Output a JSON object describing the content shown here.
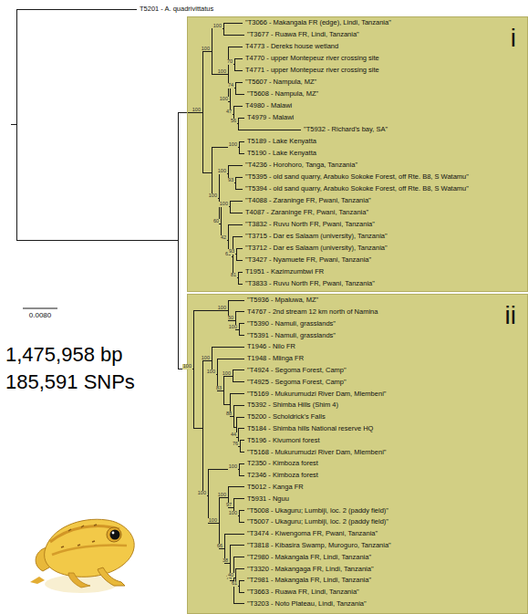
{
  "diagram": {
    "nodes": [
      {
        "text": [
          "i"
        ]
      },
      {
        "text": [
          "ii"
        ]
      }
    ],
    "labels": [
      "T5201 - A. quadrivittatus",
      "\"T3066 - Makangala FR (edge), Lindi, Tanzania\"",
      "\"T3677 - Ruawa FR, Lindi, Tanzania\"",
      "T4773 - Dereks house wetland",
      "T4770 - upper Montepeuz river crossing site",
      "T4771 - upper Montepeuz river crossing site",
      "\"T5607 - Nampula, MZ\"",
      "\"T5608 - Nampula, MZ\"",
      "T4980 - Malawi",
      "T4979 - Malawi",
      "\"T5932 - Richard's bay, SA\"",
      "T5189 - Lake Kenyatta",
      "T5190 - Lake Kenyatta",
      "\"T4236 - Horohoro, Tanga, Tanzania\"",
      "\"T5395 - old sand quarry, Arabuko Sokoke Forest, off Rte. B8, S Watamu\"",
      "\"T5394 - old sand quarry, Arabuko Sokoke Forest, off Rte. B8, S Watamu\"",
      "\"T4088 - Zaraninge FR, Pwani, Tanzania\"",
      "T4087 - Zaraninge FR, Pwani, Tanzania\"",
      "\"T3832 - Ruvu North FR, Pwani, Tanzania\"",
      "\"T3715 - Dar es Salaam (university), Tanzania\"",
      "\"T3712 - Dar es Salaam (university), Tanzania\"",
      "\"T3427 - Nyamuete FR, Pwani, Tanzania\"",
      "T1951 - Kazimzumbwi FR",
      "\"T3833 - Ruvu North FR, Pwani, Tanzania\"",
      "\"T5936 - Mpaluwa, MZ\"",
      "T4767 - 2nd stream 12 km north of Namina",
      "\"T5390 - Namuli, grasslands\"",
      "\"T5391 - Namuli, grasslands\"",
      "T1946 - Nilo FR",
      "T1948 - Mlinga FR",
      "\"T4924 - Segoma Forest, Camp\"",
      "\"T4925 - Segoma Forest, Camp\"",
      "\"T5169 - Mukurumudzi River Dam, Mlembeni\"",
      "T5392 - Shimba Hills (Shim 4)",
      "T5200 - Scholdrick's Falls",
      "T5184 - Shimba hills National reserve HQ",
      "T5196 - Kivumoni forest",
      "\"T5168 - Mukurumudzi River Dam, Mlembeni\"",
      "T2350 - Kimboza forest",
      "T2346 - Kimboza forest",
      "T5012 - Kanga FR",
      "T5931 - Nguu",
      "\"T5008 - Ukaguru; Lumbiji, loc. 2 (paddy field)\"",
      "\"T5007 - Ukaguru; Lumbiji, loc. 2 (paddy field)\"",
      "\"T3474 - Kiwengoma FR, Pwani, Tanzania\"",
      "\"T3818 - Kibasira Swamp, Muroguro, Tanzania\"",
      "\"T2980 - Makangala FR, Lindi, Tanzania\"",
      "\"T3320 - Makangaga FR, Lindi, Tanzania\"",
      "\"T2981 - Makangala FR, Lindi, Tanzania\"",
      "\"T3663 - Ruawa FR, Lindi, Tanzania\"",
      "\"T3203 - Noto Plateau, Lindi, Tanzania\"",
      "100",
      "100",
      "100",
      "100",
      "70",
      "100",
      "74",
      "47",
      "56",
      "100",
      "100",
      "100",
      "93",
      "60",
      "100",
      "42",
      "61",
      "93",
      "81",
      "100",
      "100",
      "50",
      "100",
      "100",
      "100",
      "83",
      "100",
      "88",
      "44",
      "76",
      "100",
      "100",
      "100",
      "100",
      "97",
      "100",
      "66",
      "38",
      "74",
      "40",
      "61",
      "0.0080",
      "1,475,958 bp",
      "185,591 SNPs"
    ]
  }
}
